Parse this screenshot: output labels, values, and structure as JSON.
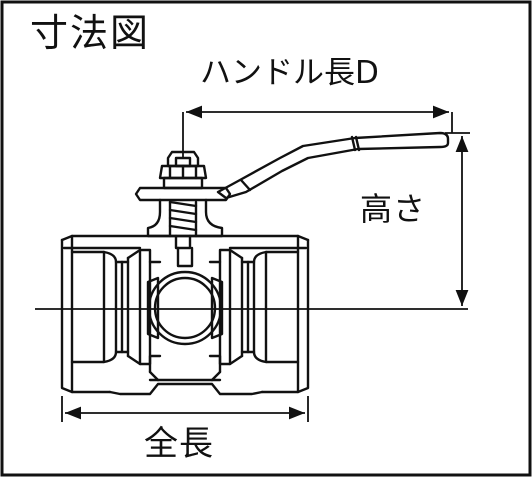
{
  "diagram": {
    "title": "寸法図",
    "labels": {
      "handle_length": "ハンドル長D",
      "height": "高さ",
      "total_length": "全長"
    },
    "colors": {
      "line": "#111111",
      "background": "#ffffff"
    }
  }
}
